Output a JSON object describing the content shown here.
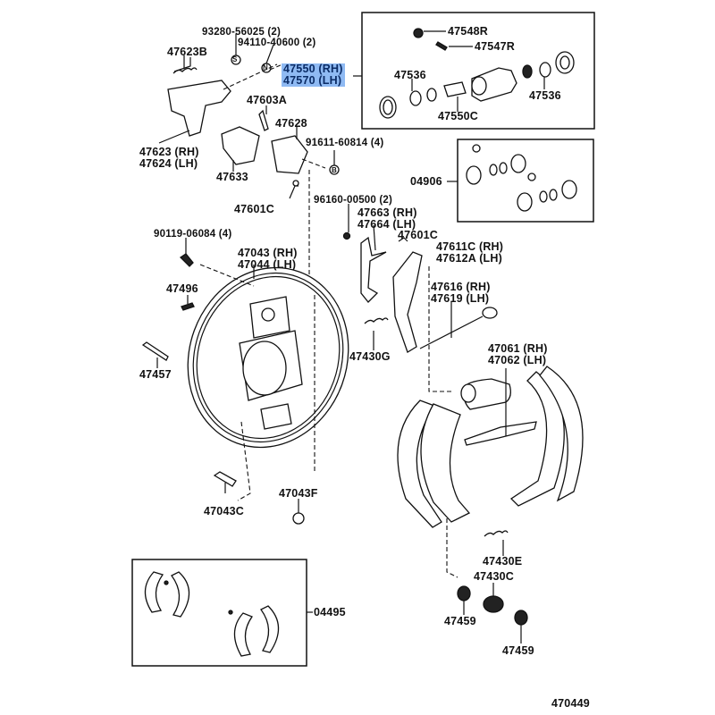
{
  "diagram": {
    "type": "exploded parts diagram",
    "subject": "Rear drum brake assembly",
    "figure_id": "470449",
    "highlight_color": "#8fbaf3",
    "labels": {
      "p93280": "93280-56025 (2)",
      "p94110": "94110-40600 (2)",
      "p47623B": "47623B",
      "p47550": "47550 (RH)",
      "p47570": "47570 (LH)",
      "p47603A": "47603A",
      "p47623": "47623 (RH)",
      "p47624": "47624 (LH)",
      "p47628": "47628",
      "p91611": "91611-60814 (4)",
      "p47633": "47633",
      "p47601C_top": "47601C",
      "p96160": "96160-00500 (2)",
      "p47663": "47663 (RH)",
      "p47664": "47664 (LH)",
      "p47601C_mid": "47601C",
      "p47611C": "47611C (RH)",
      "p47612A": "47612A (LH)",
      "p90119": "90119-06084 (4)",
      "p47043": "47043 (RH)",
      "p47044": "47044 (LH)",
      "p47496": "47496",
      "p47616": "47616 (RH)",
      "p47619": "47619 (LH)",
      "p47430G": "47430G",
      "p47457": "47457",
      "p47061": "47061 (RH)",
      "p47062": "47062 (LH)",
      "p47043C": "47043C",
      "p47043F": "47043F",
      "p47430E": "47430E",
      "p47430C": "47430C",
      "p47459a": "47459",
      "p47459b": "47459",
      "p04495": "04495",
      "p04906": "04906",
      "kit_47548R": "47548R",
      "kit_47547R": "47547R",
      "kit_47536a": "47536",
      "kit_47536b": "47536",
      "kit_47550C": "47550C"
    },
    "bolt_markers": {
      "s": "S",
      "n": "N",
      "b": "B"
    }
  }
}
